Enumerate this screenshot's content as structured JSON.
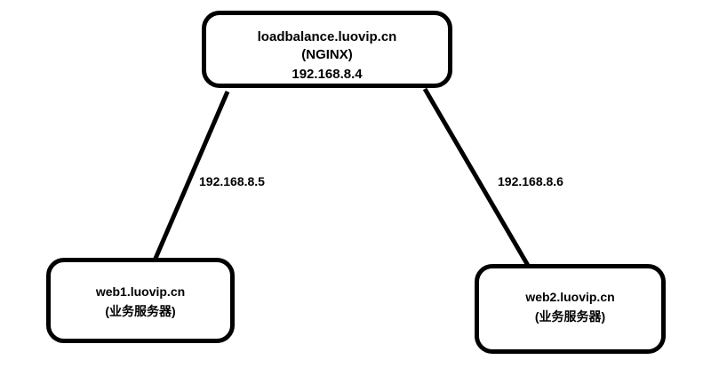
{
  "diagram": {
    "type": "network-topology",
    "background_color": "#ffffff",
    "stroke_color": "#000000",
    "nodes": [
      {
        "id": "loadbalancer",
        "role": "load-balancer",
        "lines": [
          "loadbalance.luovip.cn",
          "(NGINX)",
          "192.168.8.4"
        ],
        "hostname": "loadbalance.luovip.cn",
        "software": "(NGINX)",
        "ip": "192.168.8.4"
      },
      {
        "id": "web1",
        "role": "web-server",
        "lines": [
          "web1.luovip.cn",
          "(业务服务器)"
        ],
        "hostname": "web1.luovip.cn",
        "description": "(业务服务器)"
      },
      {
        "id": "web2",
        "role": "web-server",
        "lines": [
          "web2.luovip.cn",
          "(业务服务器)"
        ],
        "hostname": "web2.luovip.cn",
        "description": "(业务服务器)"
      }
    ],
    "edges": [
      {
        "id": "lb-to-web1",
        "from": "loadbalancer",
        "to": "web1",
        "label": "192.168.8.5"
      },
      {
        "id": "lb-to-web2",
        "from": "loadbalancer",
        "to": "web2",
        "label": "192.168.8.6"
      }
    ]
  }
}
